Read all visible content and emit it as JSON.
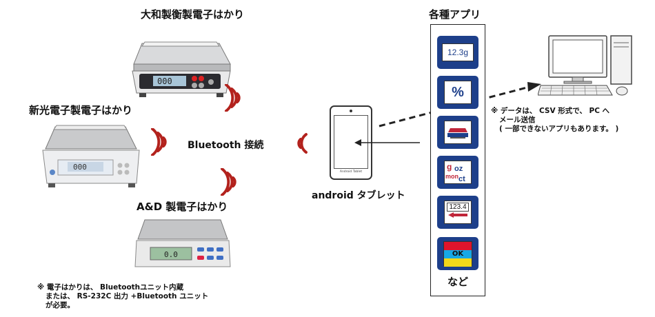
{
  "scales": {
    "yamato": {
      "label": "大和製衡製電子はかり",
      "display": "000"
    },
    "shinko": {
      "label": "新光電子製電子はかり",
      "display": "000"
    },
    "and": {
      "label": "A&D 製電子はかり",
      "display": "0.0"
    }
  },
  "connection_label": "Bluetooth 接続",
  "tablet": {
    "label": "android タブレット",
    "screen_text": "Android Tablet"
  },
  "apps": {
    "title": "各種アプリ",
    "items": [
      {
        "icon": "weight-display-icon",
        "text": "12.3g"
      },
      {
        "icon": "percent-icon",
        "text": "%"
      },
      {
        "icon": "scale-icon",
        "text": ""
      },
      {
        "icon": "unit-convert-icon",
        "text": "g oz mon ct"
      },
      {
        "icon": "counter-icon",
        "text": "123.4"
      },
      {
        "icon": "ok-judge-icon",
        "text": "OK"
      }
    ],
    "more_label": "など"
  },
  "pc_note": {
    "line1": "※ データは、 CSV 形式で、 PC へ",
    "line2": "メール送信",
    "line3": "( 一部できないアプリもあります。 )"
  },
  "footnote": {
    "line1": "※ 電子はかりは、 Bluetoothユニット内蔵",
    "line2": "または、 RS-232C 出力 +Bluetooth ユニット",
    "line3": "が必要。"
  },
  "colors": {
    "signal": "#b3221d",
    "app_bg": "#1d3f8a",
    "lcd": "#9cc0a0"
  }
}
